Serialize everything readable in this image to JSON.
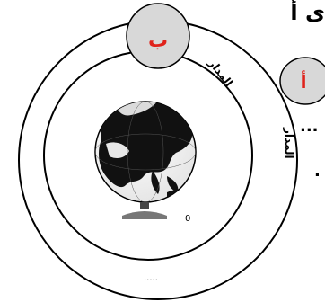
{
  "header_fragment": "ى أ",
  "orbit_badges": {
    "outer": {
      "label": "ب",
      "color": "#e0221b"
    },
    "inner": {
      "label": "أ",
      "color": "#e0221b"
    }
  },
  "text_fragments": {
    "dots": "...",
    "side_dot": ".",
    "inner_mark": "0",
    "bottom_dots": "....."
  },
  "curved_labels": {
    "inner_orbit": "المدار",
    "outer_orbit": "المدار"
  },
  "icons": {
    "globe": "earth-globe-icon"
  },
  "colors": {
    "badge_fill": "#d8d8d8",
    "line": "#000000"
  }
}
